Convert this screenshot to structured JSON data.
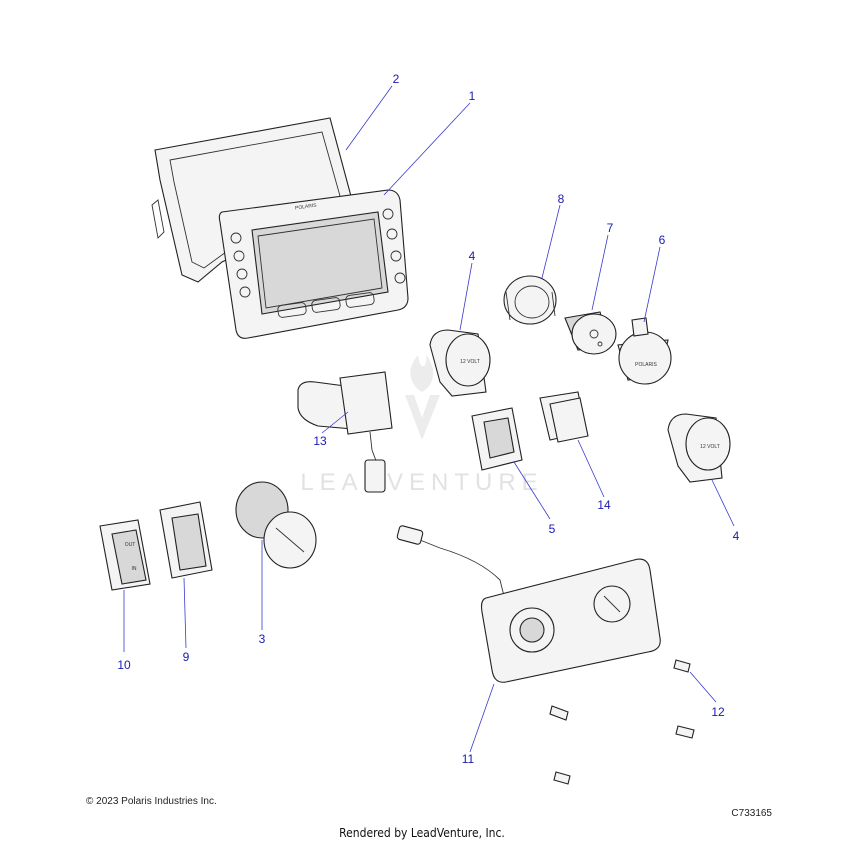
{
  "watermark": "LEADVENTURE",
  "labels": {
    "display": "POLARIS",
    "outlet_12v": "12 VOLT",
    "cover": "POLARIS",
    "switch_out": "OUT",
    "switch_in": "IN"
  },
  "callouts": [
    "1",
    "2",
    "3",
    "4",
    "4",
    "5",
    "6",
    "7",
    "8",
    "9",
    "10",
    "11",
    "12",
    "13",
    "14"
  ],
  "footer": {
    "copyright": "© 2023 Polaris Industries Inc.",
    "diagram_code": "C733165",
    "rendered_by": "Rendered by LeadVenture, Inc."
  }
}
